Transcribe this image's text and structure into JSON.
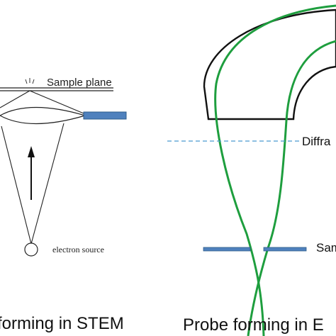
{
  "left_panel": {
    "sample_plane_label": "Sample plane",
    "electron_source_label": "electron source",
    "caption": "forming in STEM",
    "detector_color": "#4f81bd"
  },
  "right_panel": {
    "diffraction_label": "Diffra",
    "sample_label": "Sam",
    "caption": "Probe forming in E",
    "beam_color": "#1e9e3e",
    "dashed_line_color": "#4a9bd0",
    "sample_color": "#4f81bd"
  }
}
